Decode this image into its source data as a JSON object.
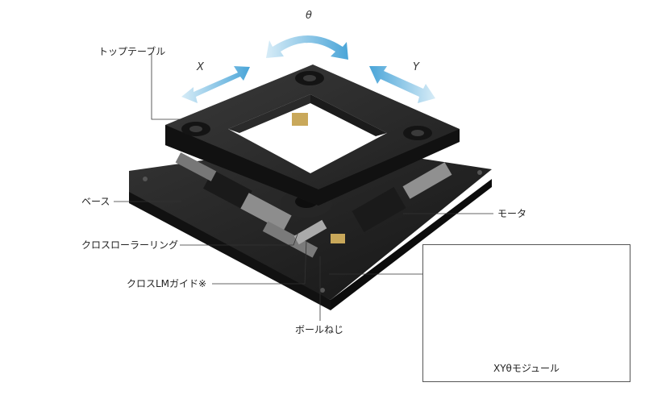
{
  "axes": {
    "x": "X",
    "y": "Y",
    "theta": "θ"
  },
  "labels": {
    "top_table": "トップテーブル",
    "base": "ベース",
    "motor": "モータ",
    "cross_roller_ring": "クロスローラーリング",
    "cross_lm_guide": "クロスLMガイド※",
    "ball_screw": "ボールねじ"
  },
  "inset": {
    "caption": "XYθモジュール"
  },
  "colors": {
    "arrow_light": "#d7ecf7",
    "arrow_dark": "#4aa5d8",
    "body_dark": "#1f1f1f",
    "body_mid": "#2c2c2c",
    "metal": "#9a9a9a"
  }
}
